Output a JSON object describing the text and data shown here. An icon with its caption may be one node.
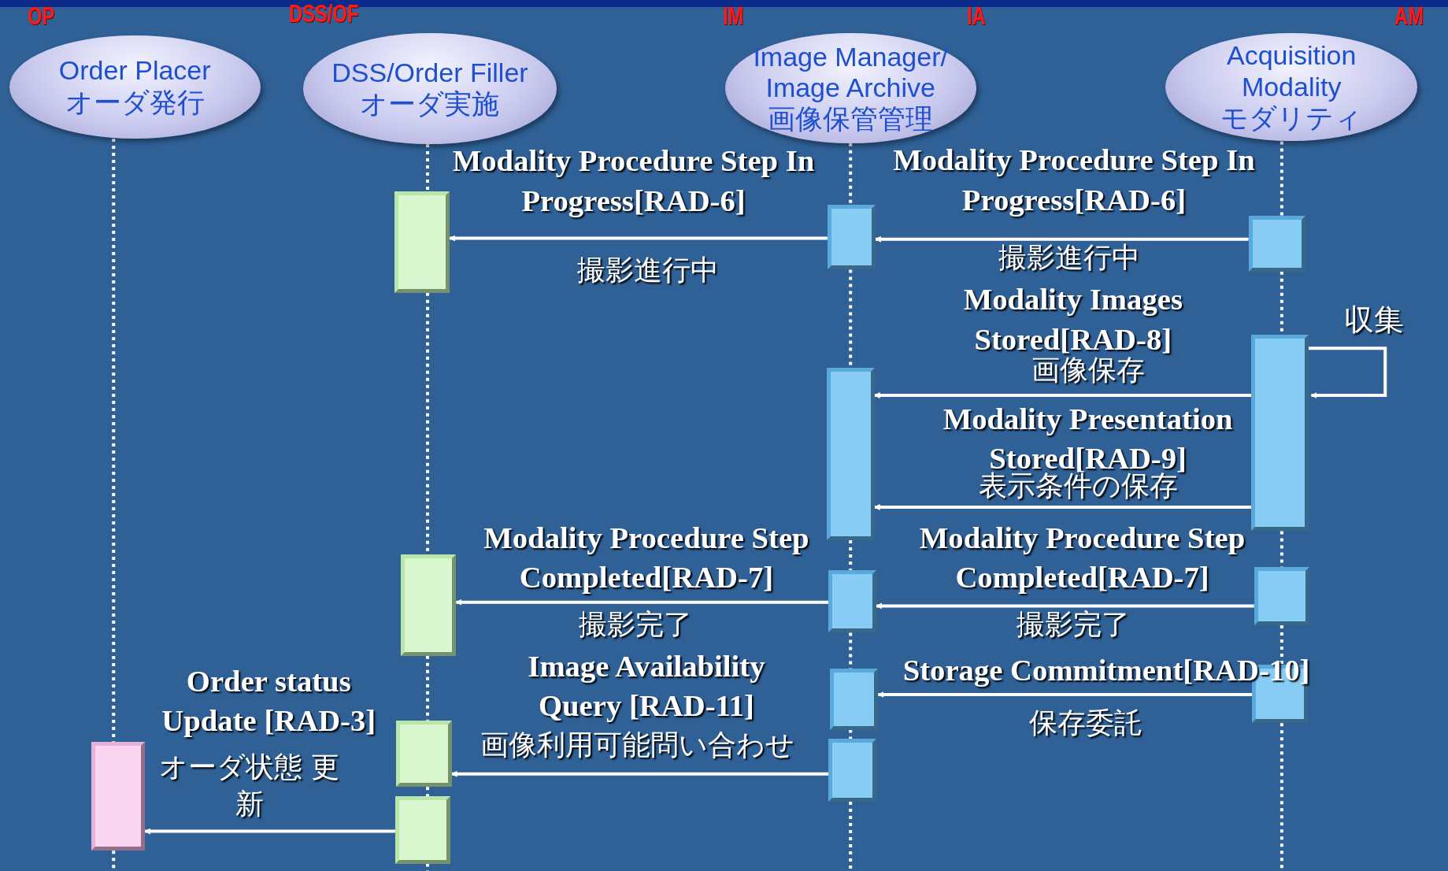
{
  "diagram": {
    "nodes": [
      {
        "text": [
          "Order Placer",
          "オーダ発行"
        ],
        "beside": [
          "OP"
        ]
      },
      {
        "text": [
          "DSS/Order Filler",
          "オーダ実施"
        ],
        "beside": [
          "DSS/OF"
        ]
      },
      {
        "text": [
          "Image Manager/ Image Archive",
          "画像保管管理"
        ],
        "beside": [
          "IM",
          "IA"
        ]
      },
      {
        "text": [
          "Acquisition Modality",
          "モダリティ"
        ],
        "beside": [
          "AM"
        ]
      },
      {
        "text": [],
        "shape": "bar"
      },
      {
        "text": [],
        "shape": "bar"
      },
      {
        "text": [],
        "shape": "bar"
      },
      {
        "text": [],
        "shape": "bar"
      },
      {
        "text": [],
        "shape": "bar"
      },
      {
        "text": [],
        "shape": "bar"
      },
      {
        "text": [],
        "shape": "bar"
      },
      {
        "text": [],
        "shape": "bar"
      },
      {
        "text": [],
        "shape": "bar"
      },
      {
        "text": [],
        "shape": "bar"
      },
      {
        "text": [],
        "shape": "bar"
      },
      {
        "text": [],
        "shape": "bar"
      },
      {
        "text": [],
        "shape": "bar"
      },
      {
        "text": [],
        "shape": "bar"
      }
    ],
    "edges": [
      {
        "from": 5,
        "to": 4,
        "arrow": "to",
        "label": "Modality Procedure Step In Progress[RAD-6]"
      },
      {
        "from": 6,
        "to": 5,
        "arrow": "to",
        "label": "Modality Procedure Step In Progress[RAD-6]"
      },
      {
        "from": 8,
        "to": 8,
        "arrow": "to",
        "label": "収集"
      },
      {
        "from": 8,
        "to": 7,
        "arrow": "to",
        "label": "Modality Images Stored[RAD-8]"
      },
      {
        "from": 8,
        "to": 7,
        "arrow": "to",
        "label": "Modality Presentation Stored[RAD-9]"
      },
      {
        "from": 10,
        "to": 9,
        "arrow": "to",
        "label": "Modality Procedure Step Completed[RAD-7]"
      },
      {
        "from": 11,
        "to": 10,
        "arrow": "to",
        "label": "Modality Procedure Step Completed[RAD-7]"
      },
      {
        "from": 13,
        "to": 12,
        "arrow": "to",
        "label": "Storage Commitment[RAD-10]"
      },
      {
        "from": 16,
        "to": 15,
        "arrow": "to",
        "label": "Image Availability Query [RAD-11]"
      },
      {
        "from": 17,
        "to": 14,
        "arrow": "to",
        "label": "Order status Update [RAD-3]"
      },
      {
        "from": 0,
        "to": 14,
        "arrow": "none",
        "style": "dashed"
      },
      {
        "from": 14,
        "to": null,
        "arrow": "none",
        "style": "dashed"
      },
      {
        "from": 1,
        "to": 4,
        "arrow": "none",
        "style": "dashed"
      },
      {
        "from": 4,
        "to": 9,
        "arrow": "none",
        "style": "dashed"
      },
      {
        "from": 9,
        "to": 15,
        "arrow": "none",
        "style": "dashed"
      },
      {
        "from": 15,
        "to": 17,
        "arrow": "none",
        "style": "dashed"
      },
      {
        "from": 17,
        "to": null,
        "arrow": "none",
        "style": "dashed"
      },
      {
        "from": 2,
        "to": 5,
        "arrow": "none",
        "style": "dashed"
      },
      {
        "from": 5,
        "to": 7,
        "arrow": "none",
        "style": "dashed"
      },
      {
        "from": 7,
        "to": 10,
        "arrow": "none",
        "style": "dashed"
      },
      {
        "from": 10,
        "to": 12,
        "arrow": "none",
        "style": "dashed"
      },
      {
        "from": 12,
        "to": 16,
        "arrow": "none",
        "style": "dashed"
      },
      {
        "from": 16,
        "to": null,
        "arrow": "none",
        "style": "dashed"
      },
      {
        "from": 3,
        "to": 6,
        "arrow": "none",
        "style": "dashed"
      },
      {
        "from": 6,
        "to": 8,
        "arrow": "none",
        "style": "dashed"
      },
      {
        "from": 8,
        "to": 11,
        "arrow": "none",
        "style": "dashed"
      },
      {
        "from": 11,
        "to": 13,
        "arrow": "none",
        "style": "dashed"
      },
      {
        "from": 13,
        "to": null,
        "arrow": "none",
        "style": "dashed"
      }
    ],
    "labels": [
      "撮影進行中",
      "撮影進行中",
      "画像保存",
      "表示条件の保存",
      "撮影完了",
      "撮影完了",
      "保存委託",
      "画像利用可能問い合わせ",
      "オーダ状態 更新"
    ]
  }
}
